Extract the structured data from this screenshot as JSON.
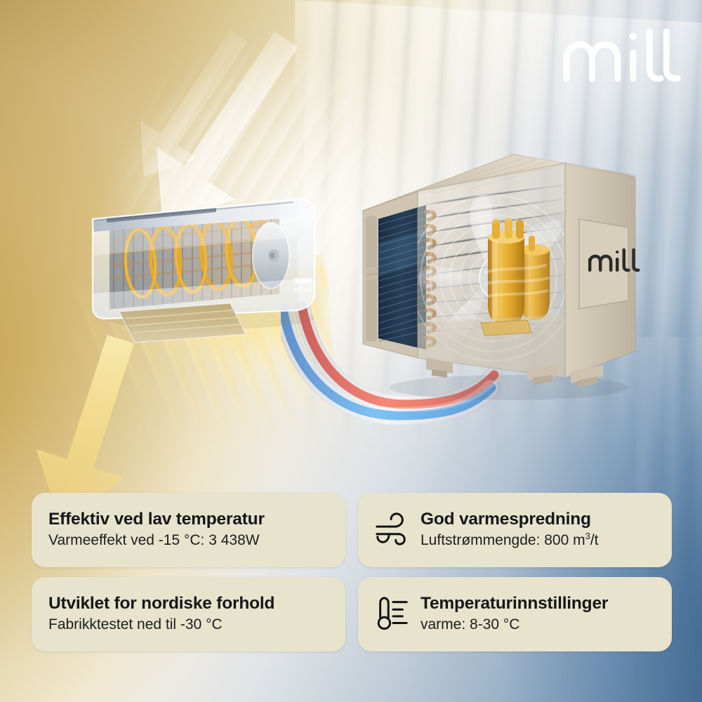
{
  "brand": {
    "name": "mill",
    "wordmark_main": "mill",
    "wordmark_unit": "mill",
    "logo_color": "#ffffff",
    "unit_logo_color": "#2b2b2b"
  },
  "scene": {
    "description": "Cutaway x-ray render of a mill air-to-air heat pump: indoor wall unit on the left connected by red and blue refrigerant pipes to the outdoor condenser unit on the right",
    "indoor_unit": {
      "label": "indoor wall unit",
      "shell_color": "#e9ecef",
      "coil_color": "#e8ab2d",
      "fin_color": "#3a4a63"
    },
    "outdoor_unit": {
      "label": "outdoor condenser unit",
      "casing_color": "#cfc6b4",
      "fin_color": "#1b2633",
      "copper_color": "#c08a4e",
      "compressor_color": "#e3a62a"
    },
    "pipes": {
      "hot_line_color": "#e8402a",
      "cold_line_color": "#2b8ce0"
    },
    "airflow": {
      "warm_color": "#f5d36a",
      "cool_color": "#ffffff"
    }
  },
  "background": {
    "warm_accent": "#c4a048",
    "cool_accent": "#46698a",
    "neutral": "#eceae4"
  },
  "features": [
    {
      "id": "low-temperature",
      "icon": null,
      "title": "Effektiv ved lav temperatur",
      "subtitle": "Varmeeffekt ved -15 °C: 3 438W"
    },
    {
      "id": "heat-distribution",
      "icon": "wind-icon",
      "title": "God varmespredning",
      "subtitle_pre": "Luftstrømmengde: 800 m",
      "subtitle_sup": "3",
      "subtitle_post": "/t"
    },
    {
      "id": "nordic-conditions",
      "icon": null,
      "title": "Utviklet for nordiske forhold",
      "subtitle": "Fabrikktestet ned til -30 °C"
    },
    {
      "id": "temperature-settings",
      "icon": "thermometer-icon",
      "title": "Temperaturinnstillinger",
      "subtitle": "varme: 8-30 °C"
    }
  ],
  "card_style": {
    "background": "#e8e3cd",
    "text_color": "#15171a"
  }
}
